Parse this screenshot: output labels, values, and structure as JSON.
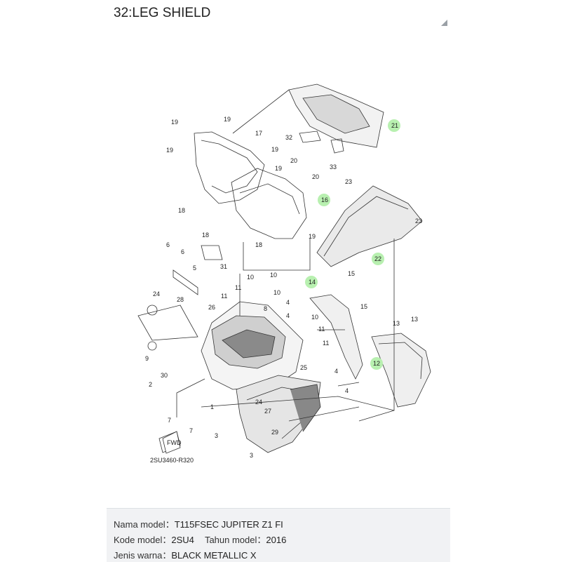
{
  "header": {
    "title": "32:LEG SHIELD"
  },
  "diagram": {
    "ref_code": "2SU3460-R320",
    "fwd_label": "FWD",
    "highlighted": [
      "21",
      "16",
      "22",
      "14",
      "12"
    ],
    "callouts": [
      "19",
      "19",
      "19",
      "17",
      "19",
      "18",
      "32",
      "33",
      "21",
      "20",
      "19",
      "20",
      "16",
      "18",
      "19",
      "23",
      "23",
      "18",
      "31",
      "22",
      "6",
      "6",
      "5",
      "10",
      "10",
      "10",
      "11",
      "11",
      "8",
      "15",
      "14",
      "15",
      "24",
      "28",
      "26",
      "4",
      "4",
      "10",
      "13",
      "11",
      "11",
      "13",
      "9",
      "12",
      "25",
      "4",
      "2",
      "30",
      "24",
      "4",
      "27",
      "7",
      "7",
      "29",
      "3",
      "3",
      "1"
    ]
  },
  "info": {
    "model_name_label": "Nama model：",
    "model_name": "T115FSEC JUPITER Z1 FI",
    "model_code_label": "Kode model：",
    "model_code": "2SU4",
    "year_label": "Tahun model：",
    "year": "2016",
    "color_label": "Jenis warna：",
    "color": "BLACK METALLIC X"
  }
}
